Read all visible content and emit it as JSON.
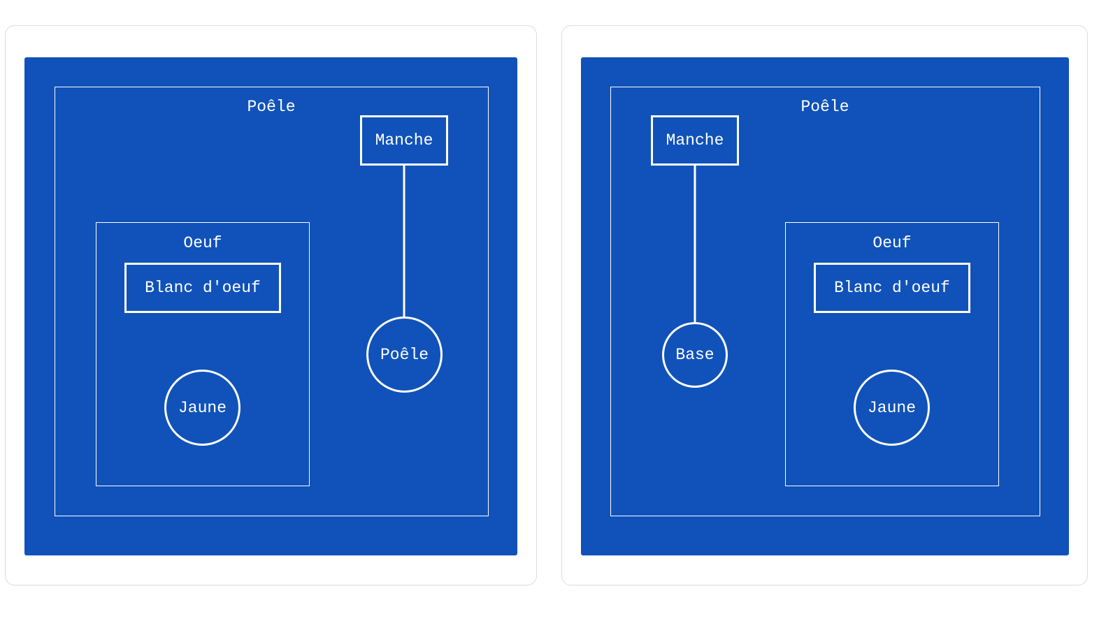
{
  "diagrams": [
    {
      "pan_title": "Poêle",
      "handle_label": "Manche",
      "handle_end_label": "Poêle",
      "egg_title": "Oeuf",
      "egg_white_label": "Blanc d'oeuf",
      "yolk_label": "Jaune"
    },
    {
      "pan_title": "Poêle",
      "handle_label": "Manche",
      "handle_end_label": "Base",
      "egg_title": "Oeuf",
      "egg_white_label": "Blanc d'oeuf",
      "yolk_label": "Jaune"
    }
  ],
  "colors": {
    "canvas_blue": "#1052b9",
    "stroke_white": "#ffffff"
  }
}
